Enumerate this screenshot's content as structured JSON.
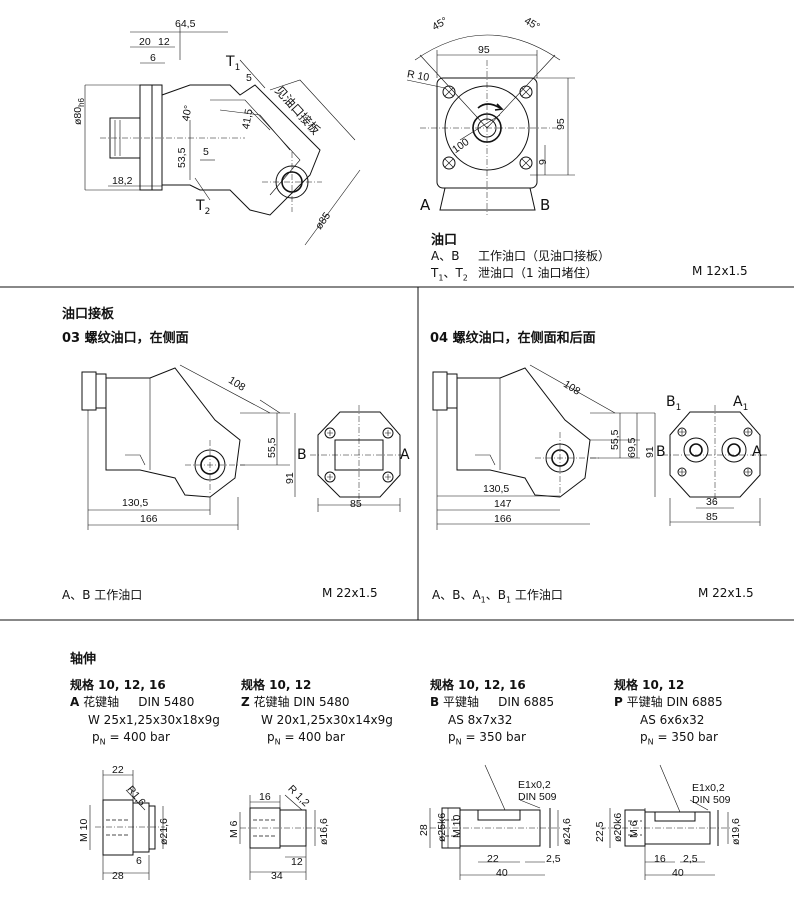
{
  "top": {
    "dims": {
      "d645": "64,5",
      "d20": "20",
      "d12": "12",
      "d6": "6",
      "d80": "ø80",
      "d80sub": "h6",
      "d182": "18,2",
      "d535": "53,5",
      "d5a": "5",
      "d40": "40°",
      "d415": "41,5",
      "d5b": "5",
      "d85": "ø85",
      "t1": "T",
      "t1sub": "1",
      "t2": "T",
      "t2sub": "2",
      "note": "见油口接板"
    },
    "right_dims": {
      "a45l": "45°",
      "a45r": "45°",
      "d95top": "95",
      "r10": "R 10",
      "d100": "100",
      "d95right": "95",
      "d9": "9",
      "A": "A",
      "B": "B"
    },
    "legend": {
      "title": "油口",
      "row1_code": "A、B",
      "row1_text": "工作油口（见油口接板）",
      "row2_code": "T",
      "row2_code_sub1": "1",
      "row2_sep": "、T",
      "row2_code_sub2": "2",
      "row2_text": "泄油口（1 油口堵住）",
      "row2_thread": "M 12x1.5"
    }
  },
  "ports": {
    "heading": "油口接板",
    "p03": {
      "title": "03 螺纹油口，在侧面",
      "dims": {
        "d108": "108",
        "d555": "55,5",
        "d91": "91",
        "d1305": "130,5",
        "d166": "166",
        "d85": "85",
        "A": "A",
        "B": "B"
      },
      "caption": "A、B  工作油口",
      "thread": "M 22x1.5"
    },
    "p04": {
      "title": "04 螺纹油口，在侧面和后面",
      "dims": {
        "d108": "108",
        "d555": "55,5",
        "d695": "69,5",
        "d91": "91",
        "d1305": "130,5",
        "d147": "147",
        "d166": "166",
        "d36": "36",
        "d85": "85",
        "A": "A",
        "B": "B",
        "A1": "A",
        "A1sub": "1",
        "B1": "B",
        "B1sub": "1"
      },
      "caption_a": "A、B、A",
      "caption_sub1": "1",
      "caption_b": "、B",
      "caption_sub2": "1",
      "caption_c": " 工作油口",
      "thread": "M 22x1.5"
    }
  },
  "shaft": {
    "heading": "轴伸",
    "items": [
      {
        "size": "规格 10, 12, 16",
        "letter": "A",
        "type": "花键轴",
        "std": "DIN 5480",
        "spec": "W 25x1,25x30x18x9g",
        "p": "p",
        "psub": "N",
        "pval": "= 400  bar",
        "dims": {
          "d22": "22",
          "r16": "R1,6",
          "m10": "M 10",
          "d216": "ø21,6",
          "d6": "6",
          "d28": "28"
        }
      },
      {
        "size": "规格 10, 12",
        "letter": "Z",
        "type": "花键轴",
        "std": "DIN 5480",
        "spec": "W 20x1,25x30x14x9g",
        "p": "p",
        "psub": "N",
        "pval": "= 400  bar",
        "dims": {
          "d16": "16",
          "r12": "R 1,2",
          "m6": "M 6",
          "d166": "ø16,6",
          "d12": "12",
          "d34": "34"
        }
      },
      {
        "size": "规格 10, 12, 16",
        "letter": "B",
        "type": "平键轴",
        "std": "DIN 6885",
        "spec": "AS 8x7x32",
        "p": "p",
        "psub": "N",
        "pval": "= 350  bar",
        "dims": {
          "e1": "E1x0,2",
          "din509": "DIN 509",
          "d28": "28",
          "d25": "ø25k6",
          "m10": "M 10",
          "d246": "ø24,6",
          "d22": "22",
          "d25b": "2,5",
          "d40": "40"
        }
      },
      {
        "size": "规格 10, 12",
        "letter": "P",
        "type": "平键轴",
        "std": "DIN 6885",
        "spec": "AS 6x6x32",
        "p": "p",
        "psub": "N",
        "pval": "= 350  bar",
        "dims": {
          "e1": "E1x0,2",
          "din509": "DIN 509",
          "d225": "22,5",
          "d20": "ø20k6",
          "m6": "M 6",
          "d196": "ø19,6",
          "d16": "16",
          "d25b": "2,5",
          "d40": "40"
        }
      }
    ]
  }
}
